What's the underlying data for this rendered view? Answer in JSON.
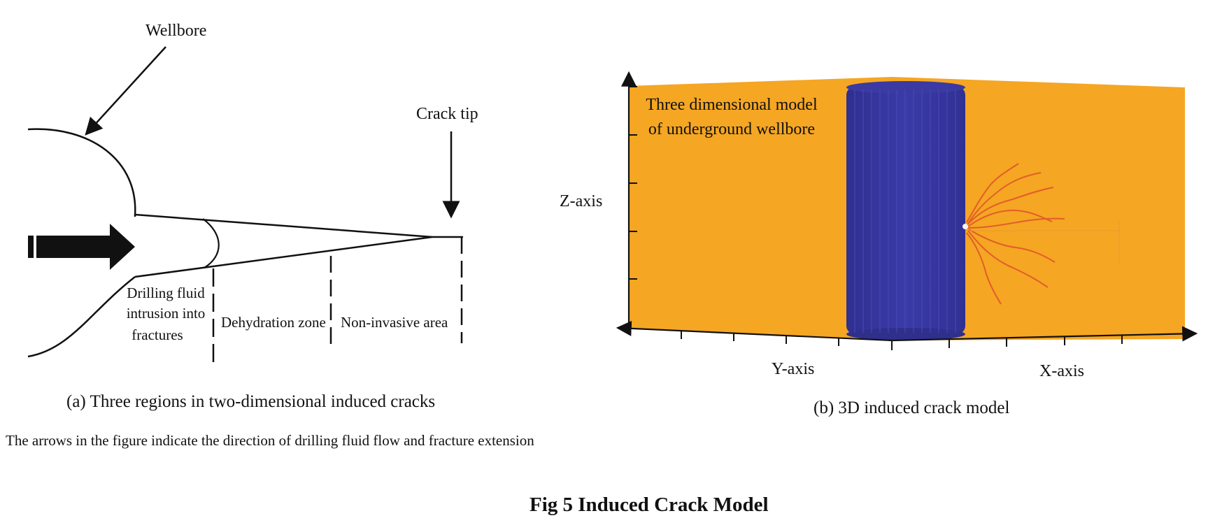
{
  "figure": {
    "title": "Fig 5 Induced Crack Model",
    "note": "The arrows in the figure indicate the direction of drilling fluid flow and fracture extension"
  },
  "panel_a": {
    "caption": "(a) Three regions in two-dimensional induced cracks",
    "labels": {
      "wellbore": "Wellbore",
      "crack_tip": "Crack tip",
      "drilling_fluid_line1": "Drilling fluid",
      "drilling_fluid_line2": "intrusion into",
      "drilling_fluid_line3": "fractures",
      "dehydration_zone": "Dehydration zone",
      "non_invasive_area": "Non-invasive area"
    }
  },
  "panel_b": {
    "caption": "(b) 3D induced crack model",
    "labels": {
      "model_line1": "Three dimensional model",
      "model_line2": "of underground wellbore",
      "z_axis": "Z-axis",
      "y_axis": "Y-axis",
      "x_axis": "X-axis"
    },
    "colors": {
      "formation": "#F5A623",
      "wellbore": "#333399",
      "cracks": "#E25A2A"
    }
  }
}
